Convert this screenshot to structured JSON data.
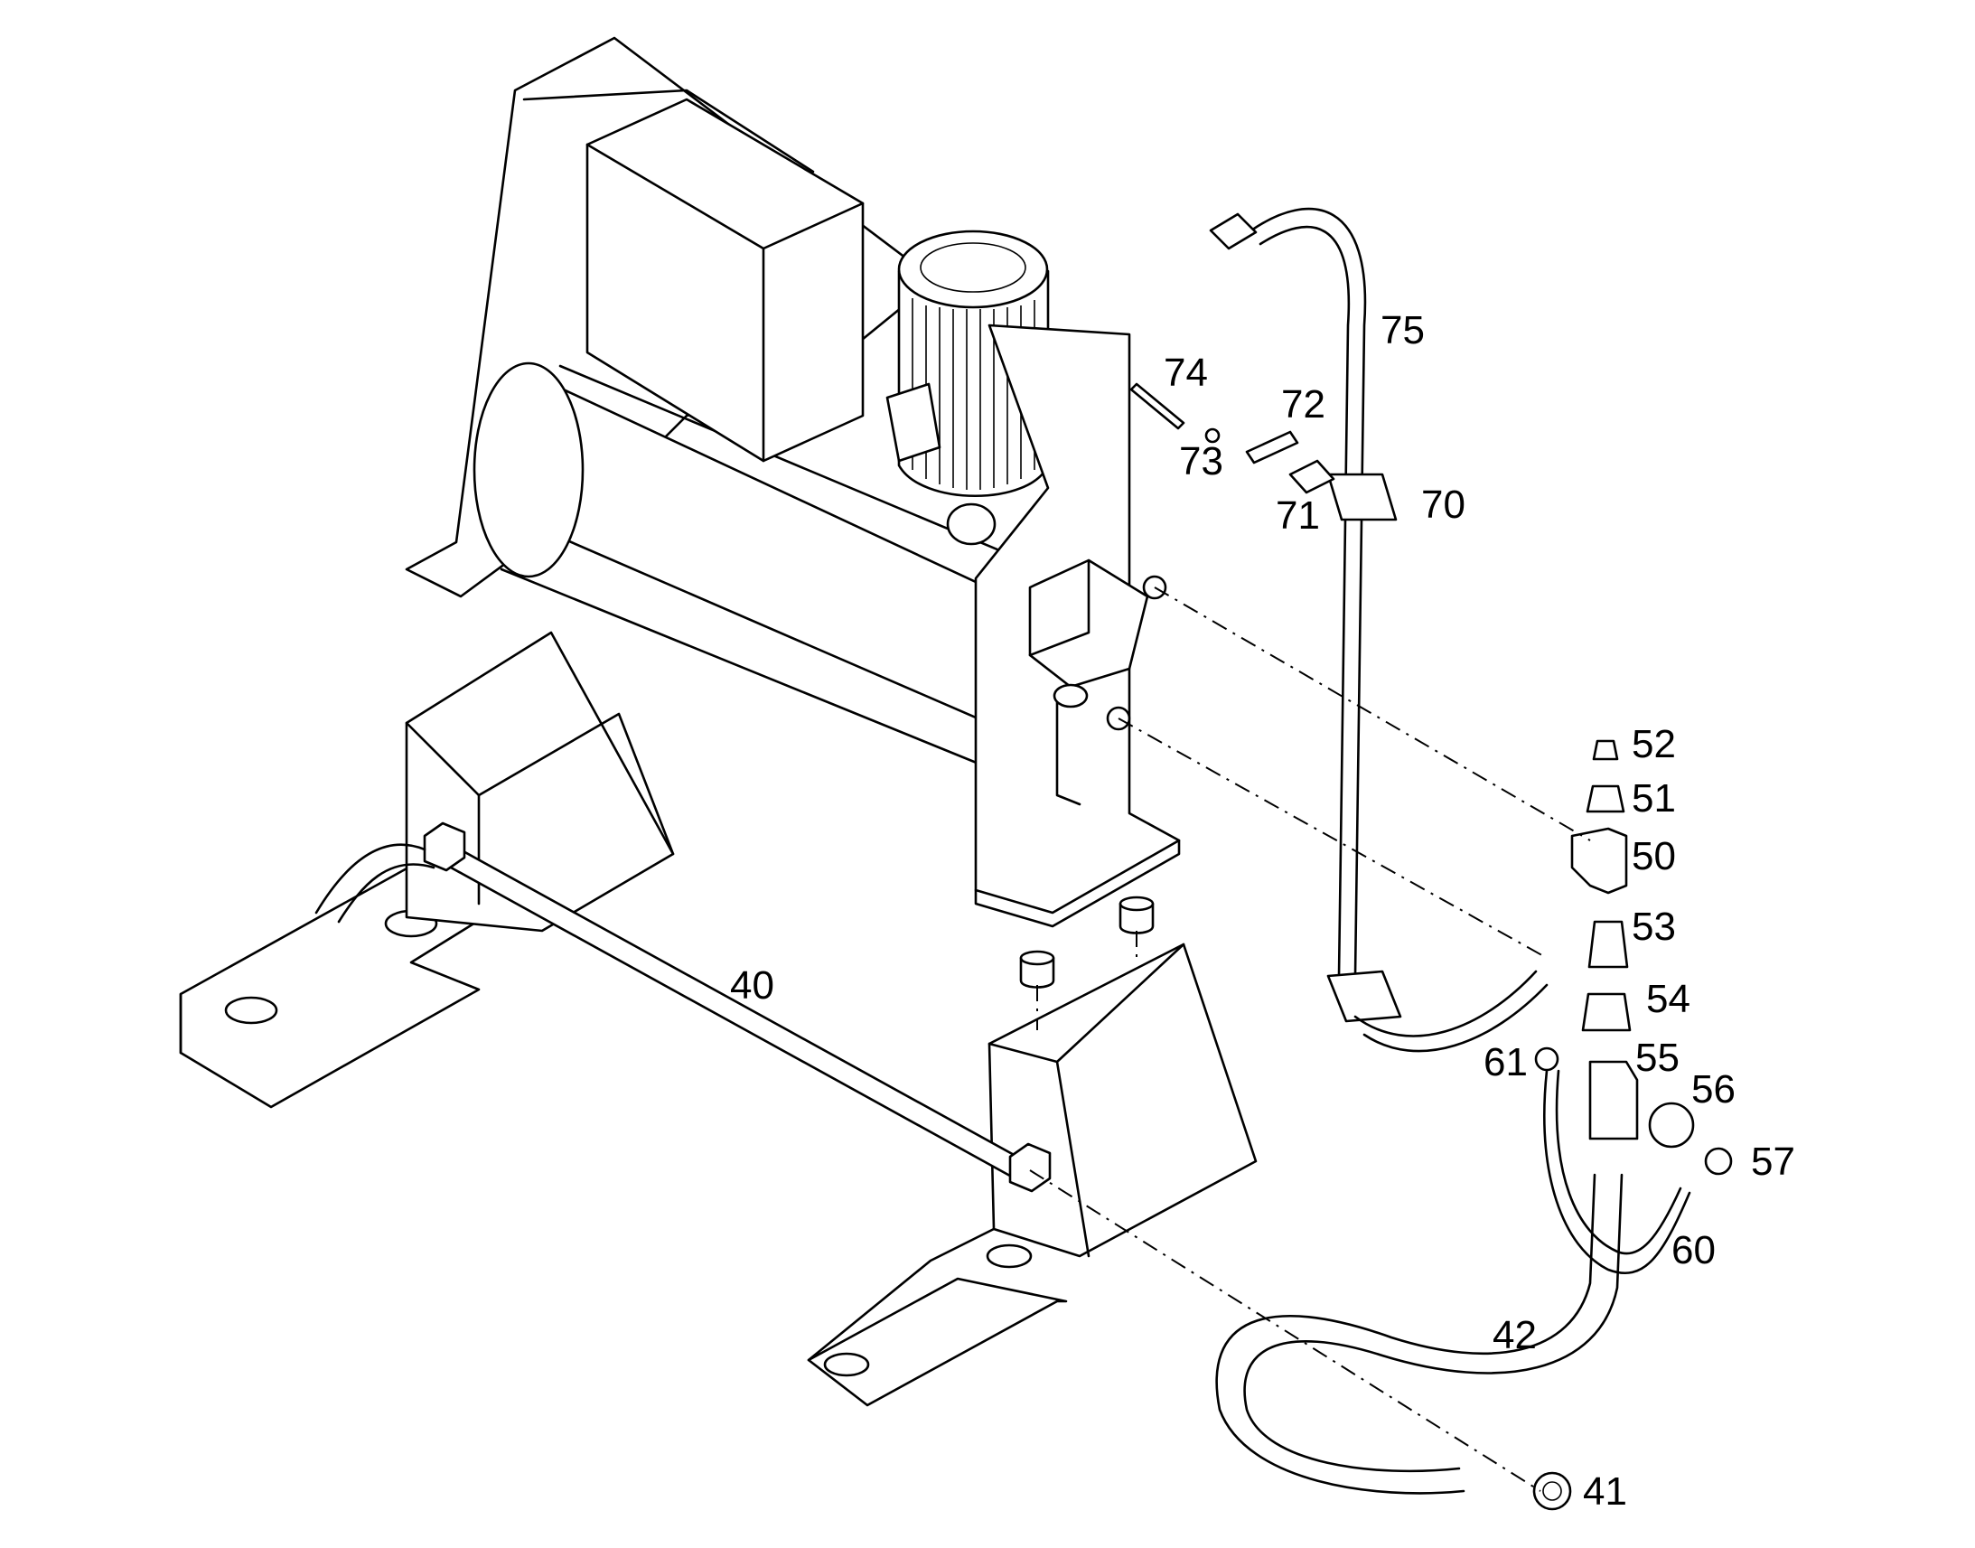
{
  "callouts": [
    {
      "id": "c75",
      "label": "75"
    },
    {
      "id": "c74",
      "label": "74"
    },
    {
      "id": "c72",
      "label": "72"
    },
    {
      "id": "c73",
      "label": "73"
    },
    {
      "id": "c71",
      "label": "71"
    },
    {
      "id": "c70",
      "label": "70"
    },
    {
      "id": "c52",
      "label": "52"
    },
    {
      "id": "c51",
      "label": "51"
    },
    {
      "id": "c50",
      "label": "50"
    },
    {
      "id": "c53",
      "label": "53"
    },
    {
      "id": "c54",
      "label": "54"
    },
    {
      "id": "c55",
      "label": "55"
    },
    {
      "id": "c61",
      "label": "61"
    },
    {
      "id": "c56",
      "label": "56"
    },
    {
      "id": "c57",
      "label": "57"
    },
    {
      "id": "c60",
      "label": "60"
    },
    {
      "id": "c42",
      "label": "42"
    },
    {
      "id": "c41",
      "label": "41"
    },
    {
      "id": "c40",
      "label": "40"
    }
  ]
}
